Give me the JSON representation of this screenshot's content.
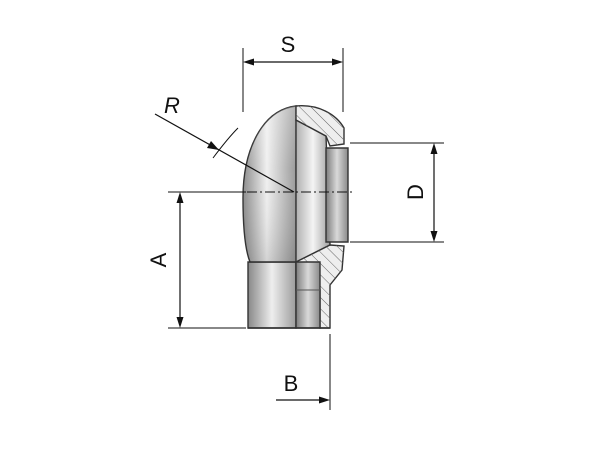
{
  "diagram": {
    "dimensions": {
      "s": "S",
      "r": "R",
      "d": "D",
      "a": "A",
      "b": "B"
    },
    "colors": {
      "line": "#111111",
      "metal_dark": "#8f8f8f",
      "metal_light": "#f2f2f2",
      "section_face": "#e6e6e6"
    }
  }
}
